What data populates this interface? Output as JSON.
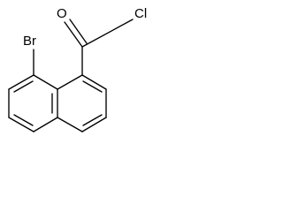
{
  "structure": {
    "atoms": {
      "bromine": "Br",
      "oxygen": "O",
      "chlorine": "Cl"
    },
    "colors": {
      "ink": "#000000",
      "background": "#ffffff"
    }
  }
}
